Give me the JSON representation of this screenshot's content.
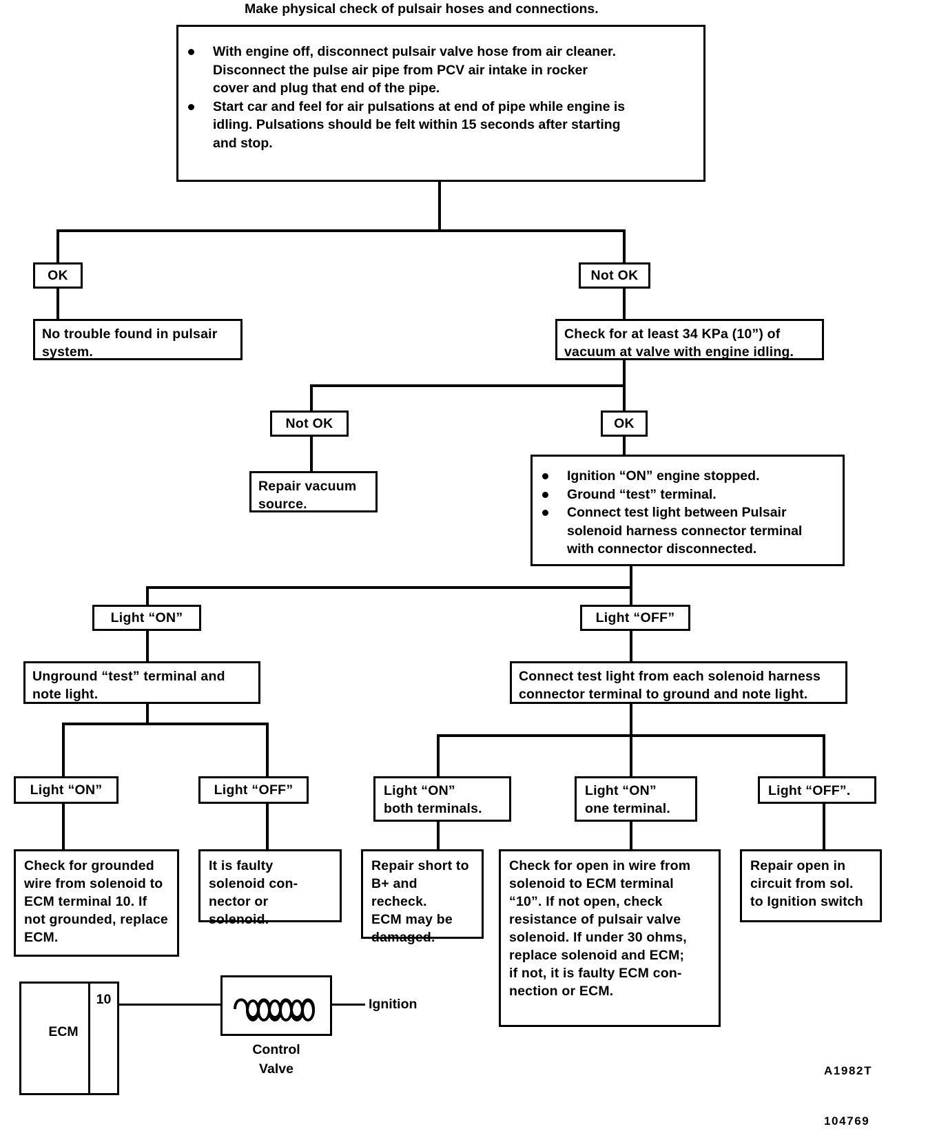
{
  "title": "Make physical check of pulsair hoses and connections.",
  "flow": {
    "step1": {
      "name": "initial-check-box",
      "bullets": [
        "With engine off, disconnect pulsair valve hose from air cleaner.\nDisconnect the pulse air pipe from PCV air intake in rocker\ncover and plug that end of the pipe.",
        "Start car and feel for air pulsations at end of pipe while engine is\nidling. Pulsations should be felt within 15 seconds after starting\nand stop."
      ]
    },
    "branch1": {
      "ok_label": "OK",
      "not_ok_label": "Not OK",
      "ok_result": "No trouble found in pulsair\nsystem.",
      "not_ok_next": "Check for at least 34 KPa (10”) of\nvacuum at valve with engine idling."
    },
    "branch2": {
      "not_ok_label": "Not OK",
      "ok_label": "OK",
      "not_ok_result": "Repair vacuum\nsource.",
      "ok_bullets": [
        "Ignition “ON” engine stopped.",
        "Ground “test” terminal.",
        "Connect test light between Pulsair\nsolenoid harness connector terminal\nwith connector disconnected."
      ]
    },
    "branch3": {
      "light_on_label": "Light “ON”",
      "light_off_label": "Light “OFF”",
      "light_on_action": "Unground “test” terminal and\nnote light.",
      "light_off_action": "Connect test light from each solenoid harness\nconnector terminal to ground and note light."
    },
    "leaves": [
      {
        "tag": "Light “ON”",
        "result": "Check for grounded\nwire from solenoid to\nECM terminal 10. If\nnot grounded, replace\nECM."
      },
      {
        "tag": "Light “OFF”",
        "result": "It is faulty\nsolenoid con-\nnector or solenoid."
      },
      {
        "tag": "Light “ON”\nboth terminals.",
        "result": "Repair short to\nB+ and recheck.\nECM may be\ndamaged."
      },
      {
        "tag": "Light “ON”\none terminal.",
        "result": "Check for open in wire from\nsolenoid to ECM terminal\n“10”. If not open, check\nresistance of pulsair valve\nsolenoid. If under 30 ohms,\nreplace solenoid and ECM;\nif not, it is faulty ECM con-\nnection or ECM."
      },
      {
        "tag": "Light “OFF”.",
        "result": "Repair open in\ncircuit from sol.\nto Ignition switch"
      }
    ]
  },
  "schematic": {
    "ecm_label": "ECM",
    "pin_label": "10",
    "valve_caption": "Control\nValve",
    "ignition_label": "Ignition"
  },
  "figure_codes": {
    "code1": "A1982T",
    "code2": "104769"
  }
}
